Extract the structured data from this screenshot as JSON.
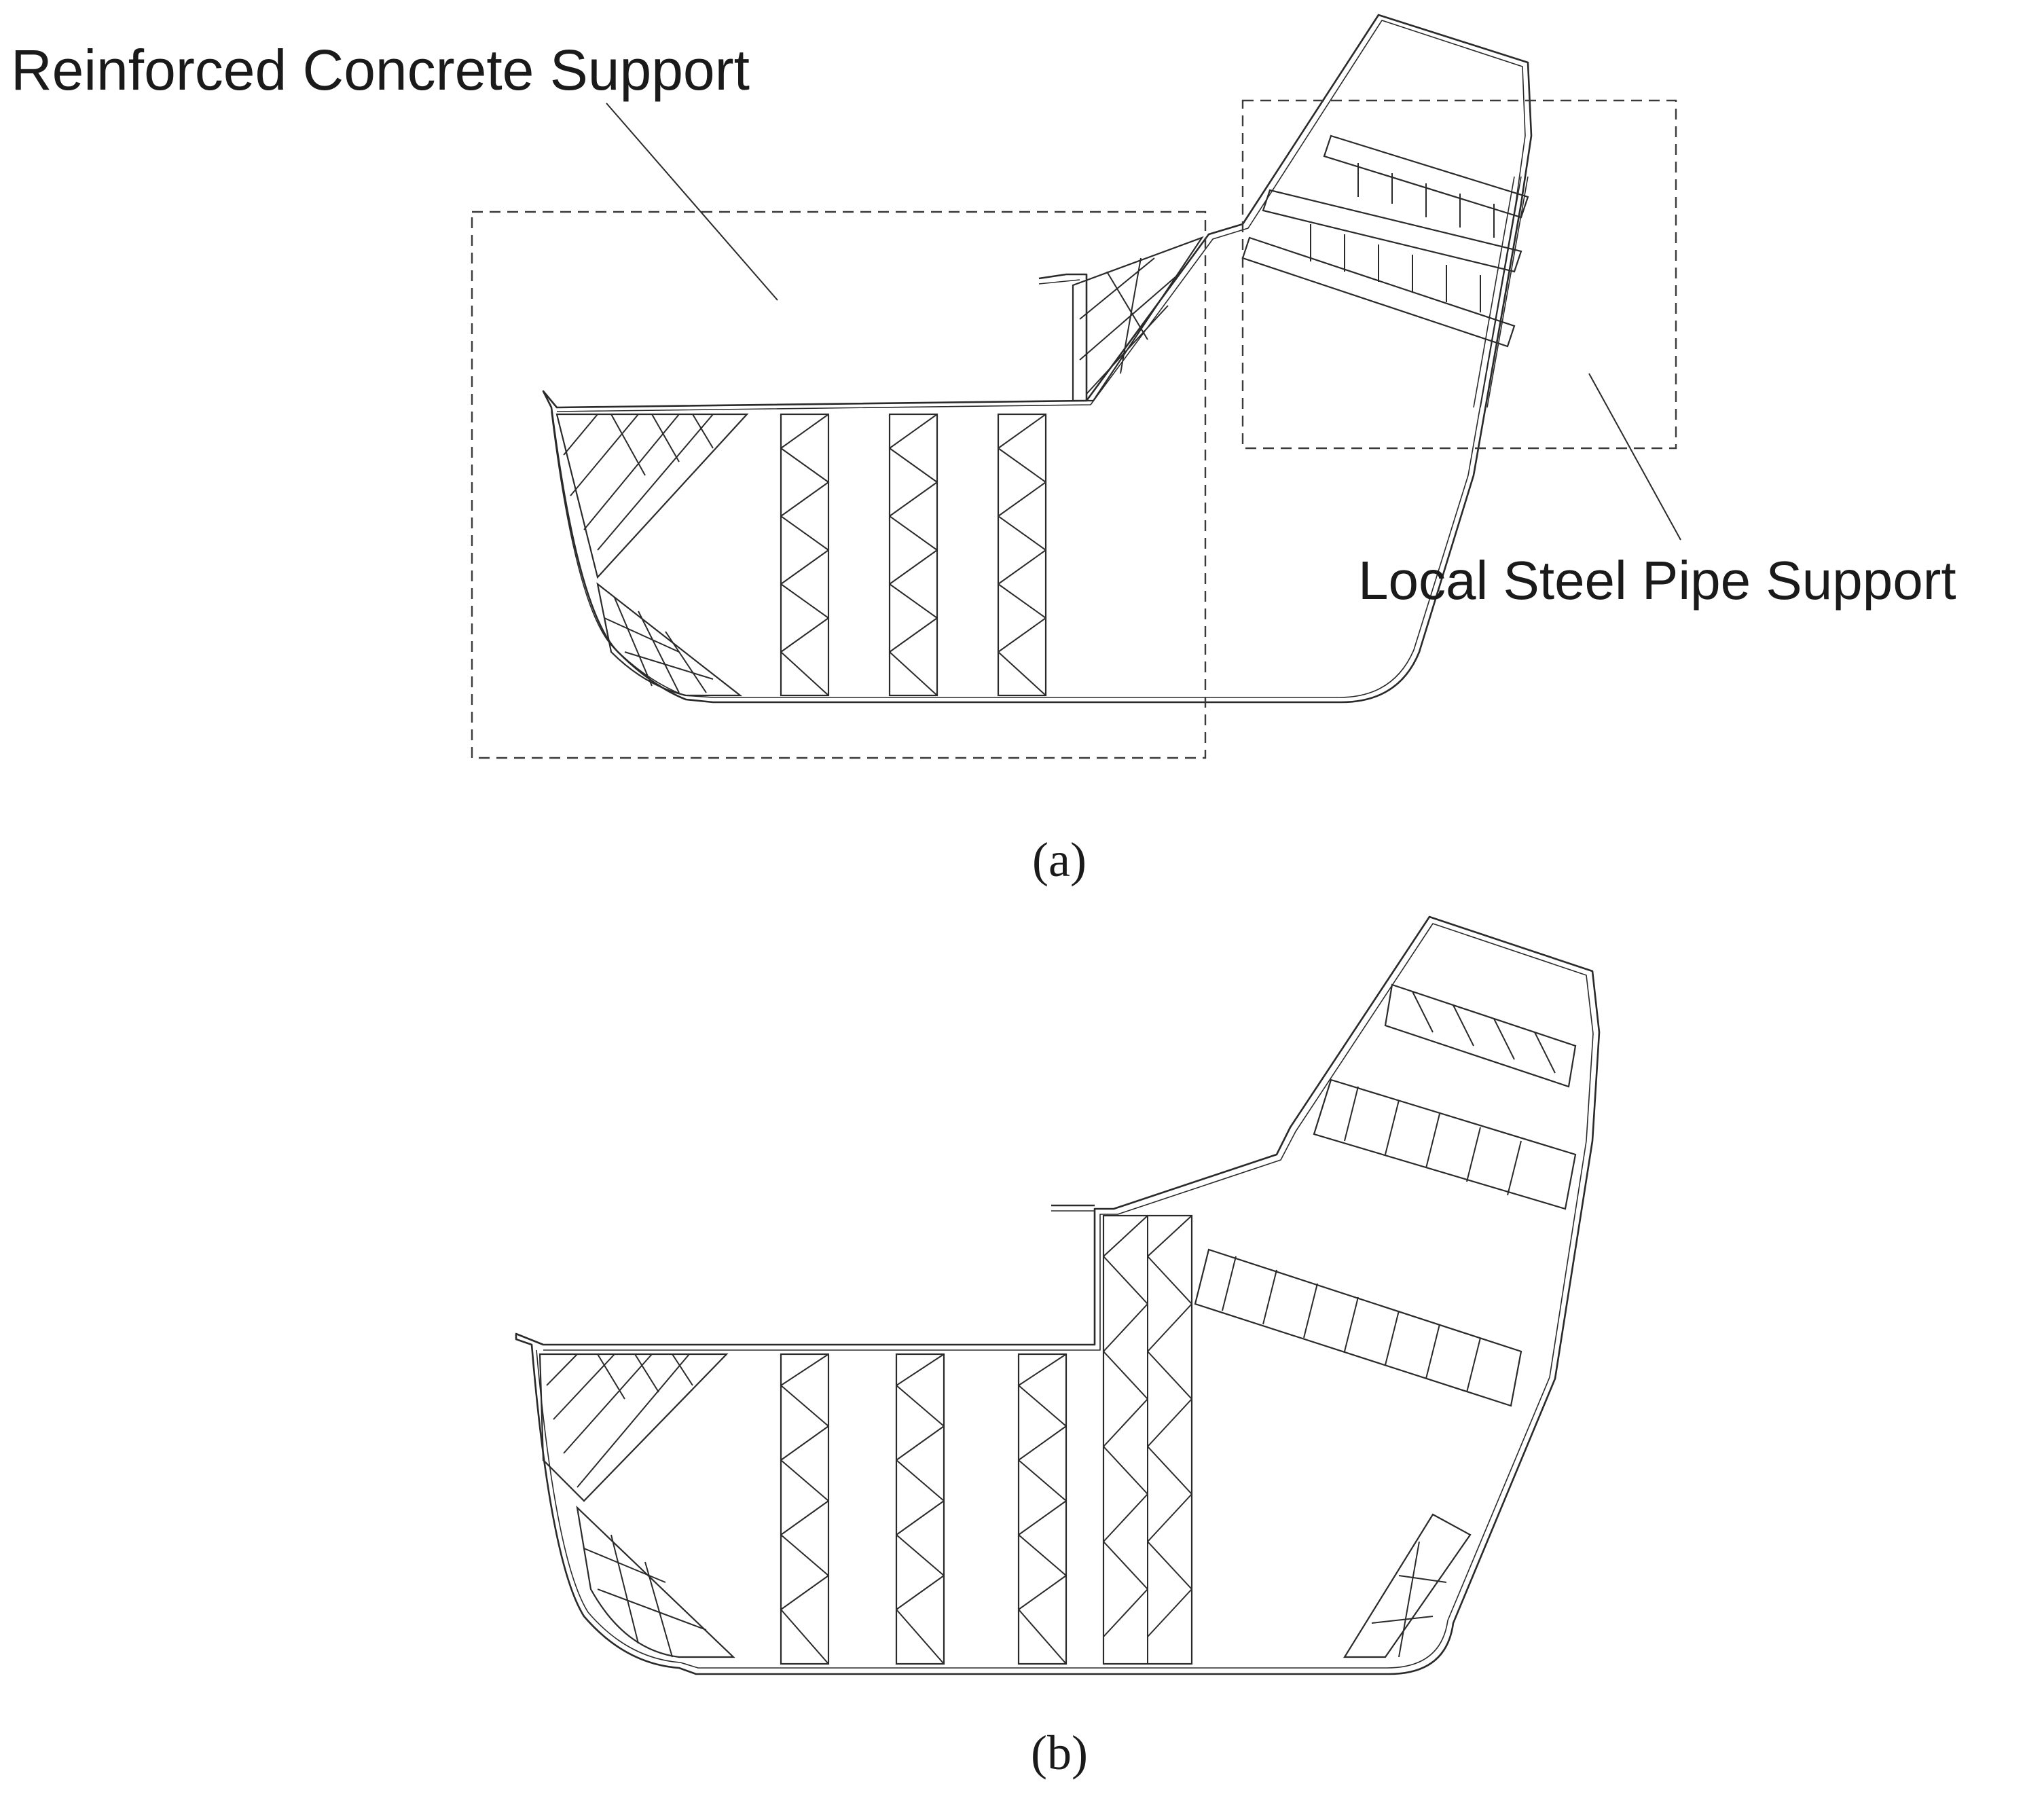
{
  "panels": [
    {
      "id": "a",
      "caption": "(a)",
      "labels": {
        "reinforced_concrete": "Reinforced Concrete Support",
        "local_steel_pipe": "Local Steel Pipe Support"
      }
    },
    {
      "id": "b",
      "caption": "(b)"
    }
  ]
}
